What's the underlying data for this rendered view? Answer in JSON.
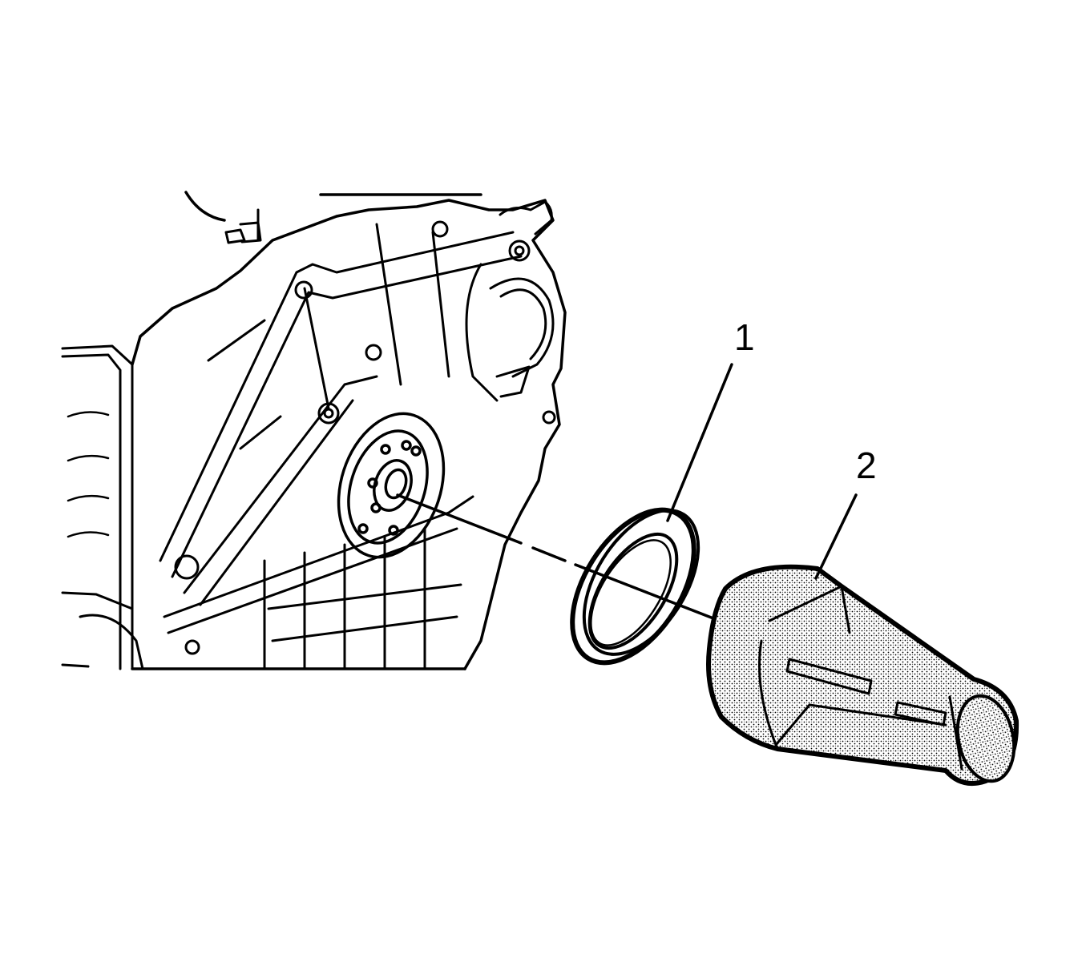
{
  "callouts": [
    {
      "id": "1",
      "text": "1"
    },
    {
      "id": "2",
      "text": "2"
    }
  ],
  "colors": {
    "line": "#000000",
    "background": "#ffffff",
    "tool_fill_pattern": "stipple-gray"
  },
  "icons": {
    "engine_block": "engine-front-cover-icon",
    "seal": "crankshaft-seal-icon",
    "installer": "seal-installer-tool-icon"
  }
}
